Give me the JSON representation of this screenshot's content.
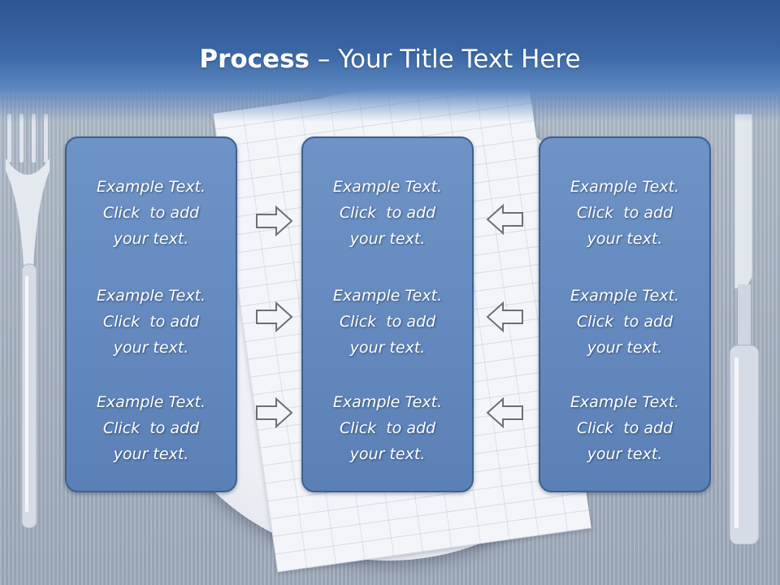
{
  "slide": {
    "title_bold": "Process",
    "title_rest": " – Your Title Text Here"
  },
  "panels": [
    {
      "items": [
        {
          "line1": "Example Text.",
          "line2": "Click  to add",
          "line3": "your text."
        },
        {
          "line1": "Example Text.",
          "line2": "Click  to add",
          "line3": "your text."
        },
        {
          "line1": "Example Text.",
          "line2": "Click  to add",
          "line3": "your text."
        }
      ]
    },
    {
      "items": [
        {
          "line1": "Example Text.",
          "line2": "Click  to add",
          "line3": "your text."
        },
        {
          "line1": "Example Text.",
          "line2": "Click  to add",
          "line3": "your text."
        },
        {
          "line1": "Example Text.",
          "line2": "Click  to add",
          "line3": "your text."
        }
      ]
    },
    {
      "items": [
        {
          "line1": "Example Text.",
          "line2": "Click  to add",
          "line3": "your text."
        },
        {
          "line1": "Example Text.",
          "line2": "Click  to add",
          "line3": "your text."
        },
        {
          "line1": "Example Text.",
          "line2": "Click  to add",
          "line3": "your text."
        }
      ]
    }
  ],
  "arrows": {
    "left_to_center": "arrow-right-icon",
    "right_to_center": "arrow-left-icon"
  },
  "colors": {
    "header": "#3b68a6",
    "panel_fill": "#6389bf",
    "panel_border": "#3f5f8f",
    "text": "#ffffff"
  }
}
